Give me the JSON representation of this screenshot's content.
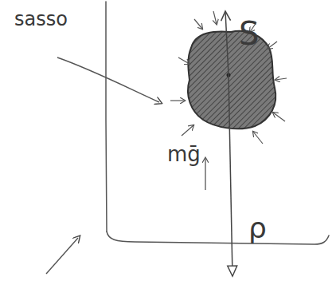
{
  "diagram": {
    "labels": [
      "sasso",
      "S",
      "mḡ",
      "ρ"
    ]
  }
}
